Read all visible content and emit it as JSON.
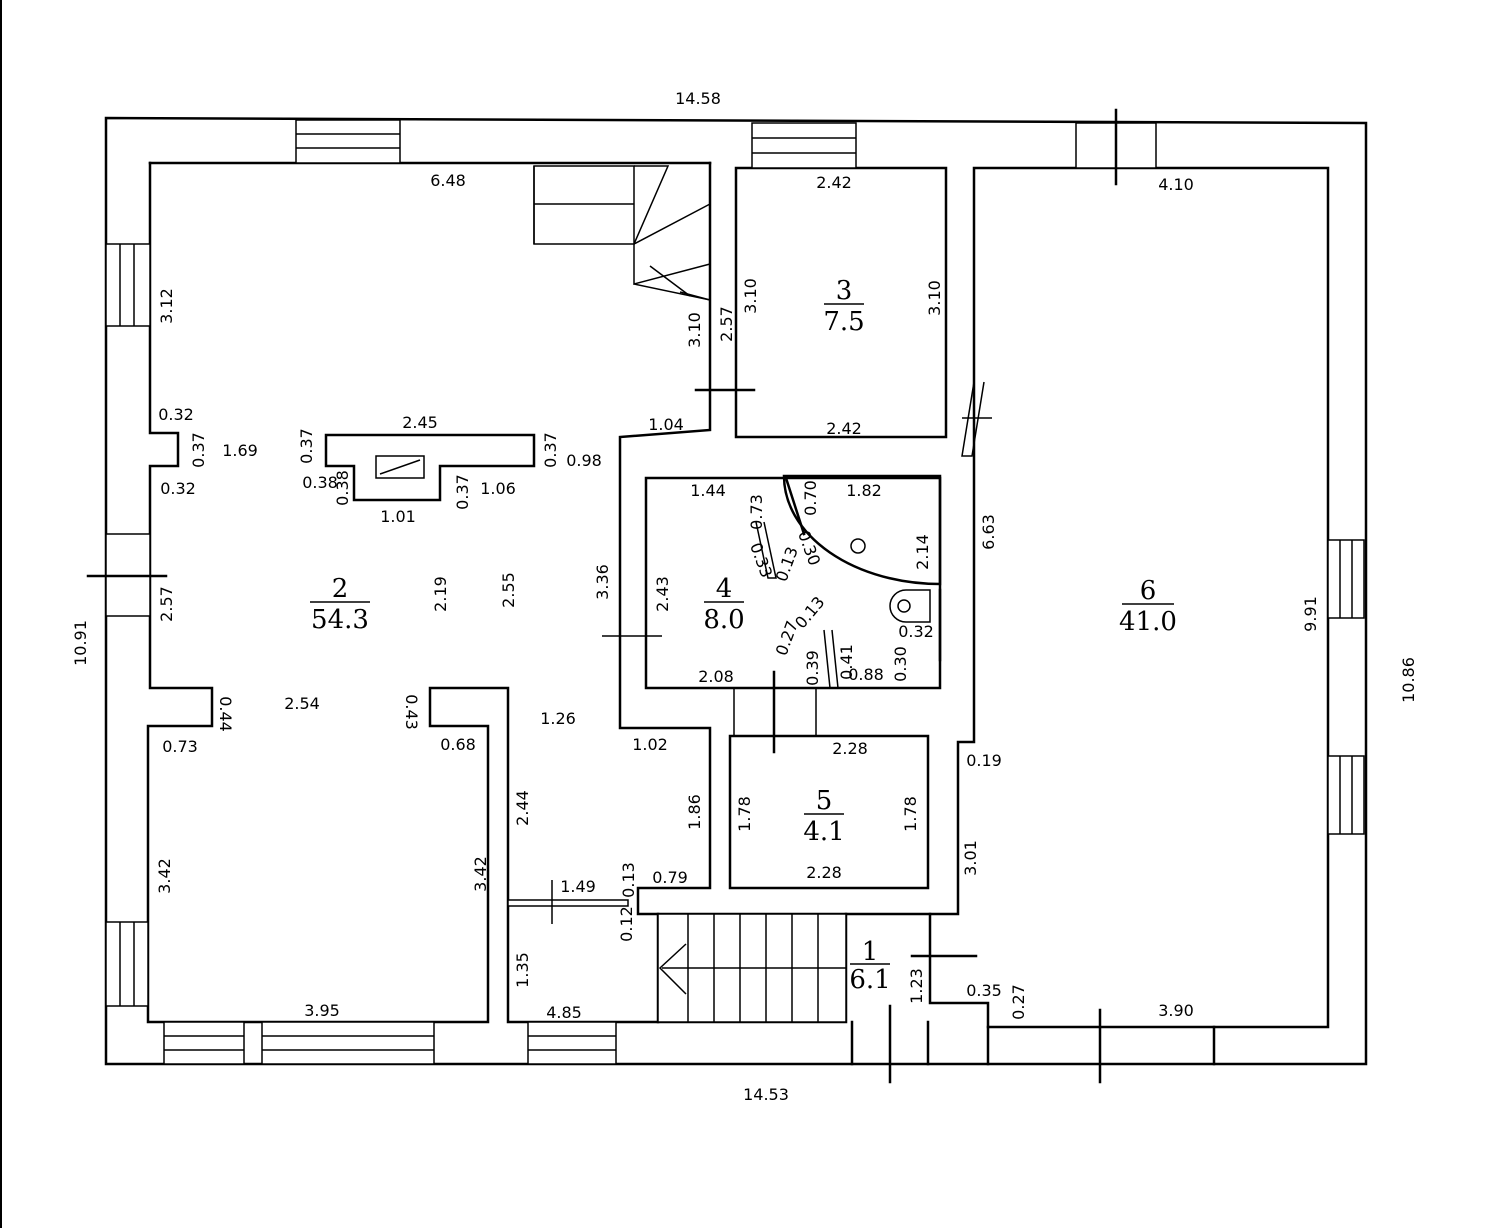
{
  "rooms": [
    {
      "num": "1",
      "area": "6.1"
    },
    {
      "num": "2",
      "area": "54.3"
    },
    {
      "num": "3",
      "area": "7.5"
    },
    {
      "num": "4",
      "area": "8.0"
    },
    {
      "num": "5",
      "area": "4.1"
    },
    {
      "num": "6",
      "area": "41.0"
    }
  ],
  "dims": {
    "top_total": "14.58",
    "bottom_total": "14.53",
    "left_total": "10.91",
    "right_total": "10.86",
    "r2_top": "6.48",
    "r2_left_upper": "3.12",
    "r2_niche_a": "0.32",
    "r2_niche_b": "0.37",
    "r2_niche_c": "0.32",
    "r2_niche_gap": "1.69",
    "r2_left_mid": "2.57",
    "fp_width": "2.45",
    "fp_left": "0.37",
    "fp_right": "0.37",
    "fp_gap": "0.98",
    "fp_a": "0.38",
    "fp_b": "0.38",
    "fp_c": "1.01",
    "fp_d": "0.37",
    "fp_e": "1.06",
    "r2_mid_a": "2.19",
    "r2_mid_b": "2.55",
    "r2_step_a": "2.54",
    "r2_step_b": "0.44",
    "r2_step_c": "0.43",
    "r2_step_d": "0.73",
    "r2_step_e": "0.68",
    "r2_hall": "1.26",
    "r2_hall_b": "1.02",
    "r2_hall_c": "1.86",
    "r2_hall_d": "2.44",
    "r2_lower_l": "3.42",
    "r2_lower_r": "3.42",
    "r2_bottom": "3.95",
    "stair_a": "3.10",
    "stair_b": "2.57",
    "stair_c": "1.04",
    "r3_top": "2.42",
    "r3_bottom": "2.42",
    "r3_left": "3.10",
    "r3_right": "3.10",
    "r4_left": "3.36",
    "r4_left_b": "2.43",
    "r4_top": "1.44",
    "r4_a": "0.73",
    "r4_b": "0.70",
    "r4_c": "1.82",
    "r4_d": "0.33",
    "r4_e": "0.30",
    "r4_f": "0.13",
    "r4_g": "2.14",
    "r4_h": "0.32",
    "r4_i": "0.13",
    "r4_j": "0.27",
    "r4_k": "0.39",
    "r4_l": "0.41",
    "r4_m": "0.88",
    "r4_n": "0.30",
    "r4_bottom": "2.08",
    "r5_top": "2.28",
    "r5_bottom": "2.28",
    "r5_left": "1.78",
    "r5_right": "1.78",
    "r1_a": "1.49",
    "r1_b": "0.13",
    "r1_c": "0.79",
    "r1_d": "0.12",
    "r1_e": "1.35",
    "r1_f": "4.85",
    "r1_g": "1.23",
    "r1_h": "0.35",
    "r1_i": "0.27",
    "r6_top": "4.10",
    "r6_left": "6.63",
    "r6_right": "9.91",
    "r6_step": "0.19",
    "r6_low": "3.01",
    "r6_bottom": "3.90"
  }
}
